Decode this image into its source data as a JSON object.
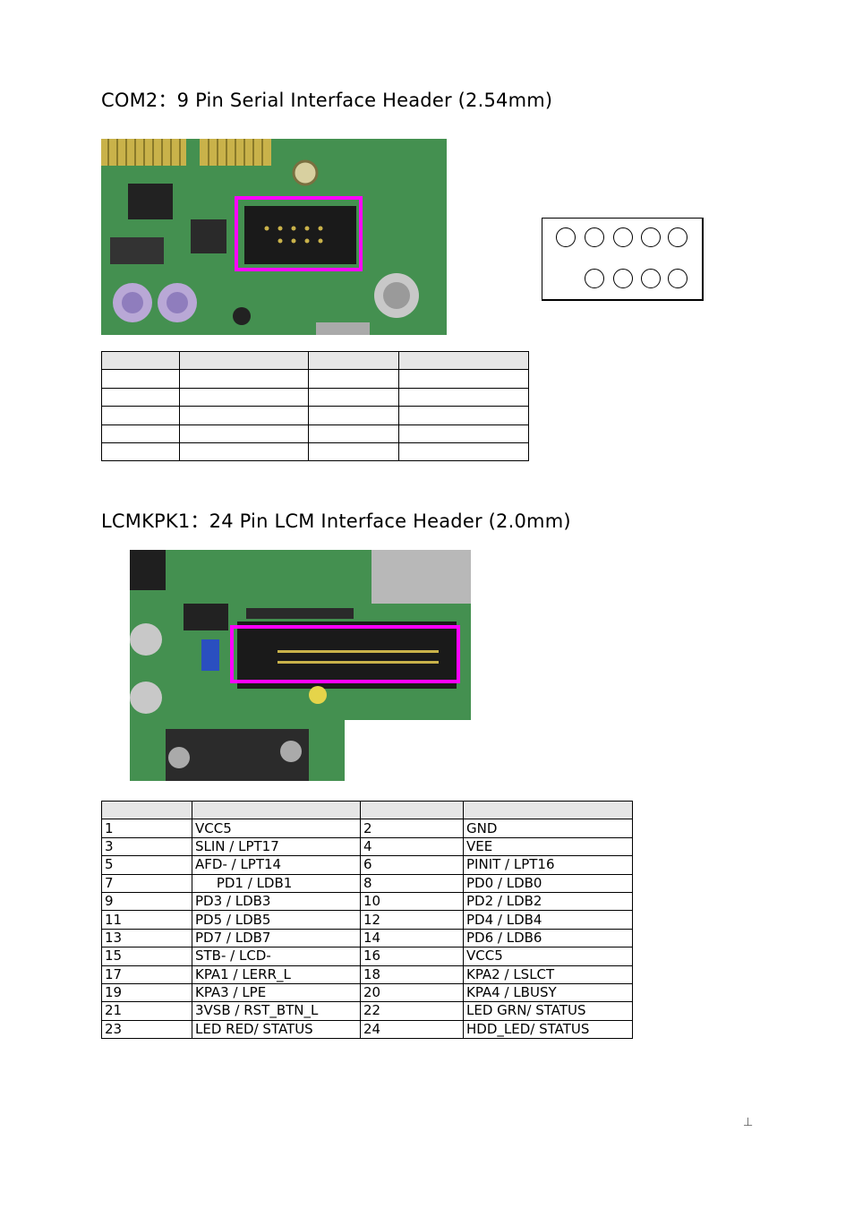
{
  "sections": [
    {
      "title": "COM2：9 Pin Serial Interface Header (2.54mm)",
      "rows": [
        [
          "",
          "",
          "",
          ""
        ],
        [
          "",
          "",
          "",
          ""
        ],
        [
          "",
          "",
          "",
          ""
        ],
        [
          "",
          "",
          "",
          ""
        ],
        [
          "",
          "",
          "",
          ""
        ]
      ]
    },
    {
      "title": "LCMKPK1：24 Pin LCM Interface Header (2.0mm)",
      "rows": [
        [
          "1",
          "VCC5",
          "2",
          "GND"
        ],
        [
          "3",
          "SLIN / LPT17",
          "4",
          "VEE"
        ],
        [
          "5",
          "AFD- / LPT14",
          "6",
          "PINIT / LPT16"
        ],
        [
          "7",
          "     PD1 / LDB1",
          "8",
          "PD0 / LDB0"
        ],
        [
          "9",
          "PD3 / LDB3",
          "10",
          "PD2 / LDB2"
        ],
        [
          "11",
          "PD5 / LDB5",
          "12",
          "PD4 / LDB4"
        ],
        [
          "13",
          "PD7 / LDB7",
          "14",
          "PD6 / LDB6"
        ],
        [
          "15",
          "STB- / LCD-",
          "16",
          "VCC5"
        ],
        [
          "17",
          "KPA1 / LERR_L",
          "18",
          "KPA2 / LSLCT"
        ],
        [
          "19",
          "KPA3 / LPE",
          "20",
          "KPA4 / LBUSY"
        ],
        [
          "21",
          "3VSB / RST_BTN_L",
          "22",
          "LED GRN/ STATUS"
        ],
        [
          "23",
          "LED RED/ STATUS",
          "24",
          "HDD_LED/ STATUS"
        ]
      ]
    }
  ],
  "colors": {
    "highlight": "#ff00ff",
    "board_green": "#3f8a4a",
    "header_fill": "#e6e6e6"
  },
  "page_mark": "⊥"
}
